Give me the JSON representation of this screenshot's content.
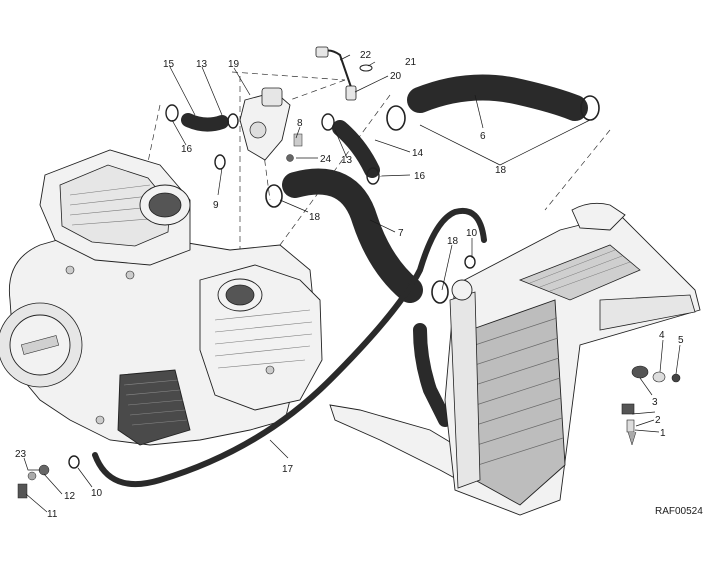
{
  "diagram_code": "RAF00524",
  "callouts": {
    "c1": "1",
    "c2": "2",
    "c3": "3",
    "c4": "4",
    "c5": "5",
    "c6": "6",
    "c7": "7",
    "c8": "8",
    "c9": "9",
    "c10a": "10",
    "c10b": "10",
    "c11": "11",
    "c12": "12",
    "c13a": "13",
    "c13b": "13",
    "c14": "14",
    "c15": "15",
    "c16a": "16",
    "c16b": "16",
    "c17": "17",
    "c18a": "18",
    "c18b": "18",
    "c18c": "18",
    "c19": "19",
    "c20": "20",
    "c21": "21",
    "c22": "22",
    "c23": "23",
    "c24": "24"
  }
}
